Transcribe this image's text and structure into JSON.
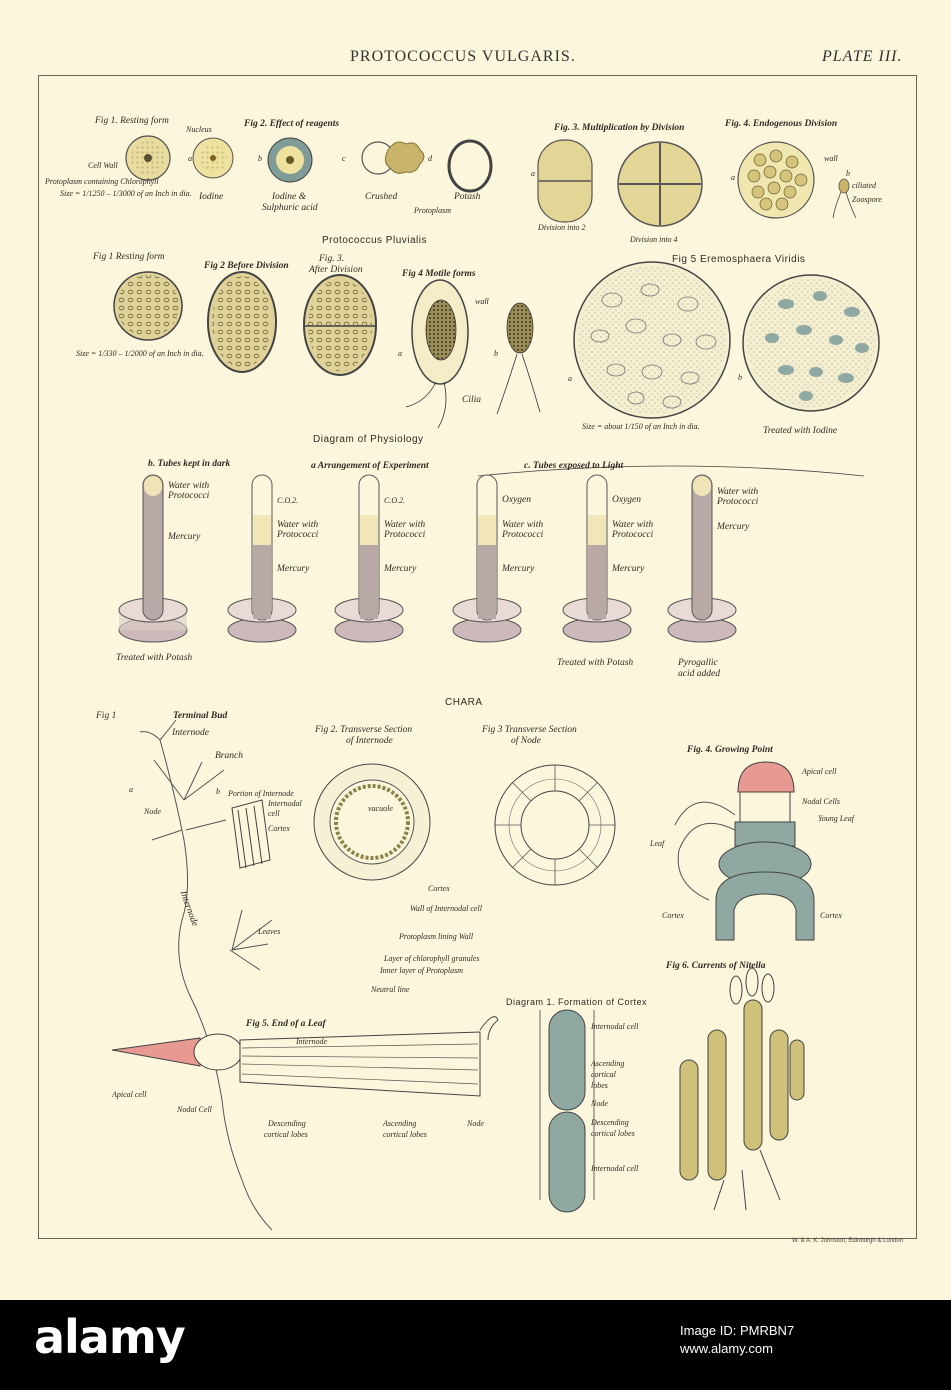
{
  "header": {
    "title": "PROTOCOCCUS VULGARIS.",
    "plate": "PLATE III."
  },
  "section_vulgaris": {
    "fig1": "Fig 1. Resting form",
    "nucleus": "Nucleus",
    "cell_wall": "Cell Wall",
    "protoplasm_chlorophyll": "Protoplasm containing Chlorophyll",
    "size1": "Size = 1/1250 – 1/3000 of an Inch in dia.",
    "fig2": "Fig 2. Effect of reagents",
    "a": "a",
    "b": "b",
    "c": "c",
    "d": "d",
    "iodine": "Iodine",
    "iodine_sulph": "Iodine &",
    "sulph_acid": "Sulphuric acid",
    "crushed": "Crushed",
    "potash": "Potash",
    "protoplasm": "Protoplasm",
    "fig3": "Fig. 3. Multiplication by Division",
    "div2": "Division into 2",
    "div4": "Division into 4",
    "fig4": "Fig. 4. Endogenous Division",
    "wall": "wall",
    "ciliated": "ciliated",
    "zoospore": "Zoospore"
  },
  "section_pluvialis": {
    "heading": "Protococcus Pluvialis",
    "fig1": "Fig 1 Resting form",
    "size": "Size = 1/330 – 1/2000 of an Inch in dia.",
    "fig2": "Fig 2 Before Division",
    "fig3a": "Fig. 3.",
    "fig3b": "After Division",
    "fig4": "Fig 4 Motile forms",
    "wall": "wall",
    "cilia": "Cilia",
    "a": "a",
    "b": "b",
    "fig5": "Fig 5 Eremosphaera Viridis",
    "size5": "Size = about 1/150 of an Inch in dia.",
    "iodine": "Treated with Iodine"
  },
  "section_physiology": {
    "heading": "Diagram of Physiology",
    "b": "b. Tubes kept in dark",
    "a": "a Arrangement of Experiment",
    "c": "c. Tubes exposed to Light",
    "tubes": [
      {
        "top": "Water with",
        "top2": "Protococci",
        "mid": "Mercury",
        "mid2": "",
        "bottom": "Treated with Potash",
        "bottom2": ""
      },
      {
        "top": "C.O.2.",
        "top2": "",
        "mid": "Water with",
        "mid2": "Protococci",
        "low": "Mercury",
        "bottom": "",
        "bottom2": ""
      },
      {
        "top": "C.O.2.",
        "top2": "",
        "mid": "Water with",
        "mid2": "Protococci",
        "low": "Mercury",
        "bottom": "",
        "bottom2": ""
      },
      {
        "top": "Oxygen",
        "top2": "",
        "mid": "Water with",
        "mid2": "Protococci",
        "low": "Mercury",
        "bottom": "",
        "bottom2": ""
      },
      {
        "top": "Oxygen",
        "top2": "",
        "mid": "Water with",
        "mid2": "Protococci",
        "low": "Mercury",
        "bottom": "Treated with Potash",
        "bottom2": ""
      },
      {
        "top": "Water with",
        "top2": "Protococci",
        "mid": "Mercury",
        "mid2": "",
        "bottom": "Pyrogallic",
        "bottom2": "acid added"
      }
    ]
  },
  "section_chara": {
    "heading": "CHARA",
    "fig1": "Fig 1",
    "terminal_bud": "Terminal Bud",
    "internode": "Internode",
    "branch": "Branch",
    "node": "Node",
    "a": "a",
    "b": "b",
    "portion": "Portion of Internode",
    "internodal_cell": "Internodal",
    "cell": "cell",
    "cortex": "Cortex",
    "internode_vert": "Internode",
    "leaves": "Leaves",
    "fig2a": "Fig 2. Transverse Section",
    "fig2b": "of Internode",
    "vacuole": "vacuole",
    "wall_internodal": "Wall of Internodal cell",
    "proto_lining": "Protoplasm lining Wall",
    "layer_chloro": "Layer of chlorophyll granules",
    "inner_layer": "Inner layer of Protoplasm",
    "neutral": "Neutral line",
    "fig3a": "Fig 3 Transverse Section",
    "fig3b": "of Node",
    "fig4": "Fig. 4. Growing Point",
    "apical_cell": "Apical cell",
    "nodal_cells": "Nodal Cells",
    "young_leaf": "Young Leaf",
    "leaf": "Leaf",
    "cortex_l": "Cortex",
    "cortex_r": "Cortex",
    "fig5": "Fig 5. End of a Leaf",
    "internode_leaf": "Internode",
    "apical_cell2": "Apical cell",
    "nodal_cell": "Nodal Cell",
    "desc1": "Descending",
    "desc2": "cortical lobes",
    "asc1": "Ascending",
    "asc2": "cortical lobes",
    "node2": "Node",
    "diag1": "Diagram 1. Formation of Cortex",
    "internodal_cell_a": "Internodal cell",
    "asc_a": "Ascending",
    "asc_b": "cortical",
    "asc_c": "lobes",
    "node3": "Node",
    "desc_a": "Descending",
    "desc_b": "cortical lobes",
    "internodal_cell_b": "Internodal cell",
    "fig6": "Fig 6. Currents of Nitella"
  },
  "footer": {
    "credit": "W. & A. K. Johnston, Edinburgh & London"
  },
  "watermark": {
    "logo": "alamy",
    "id_line": "Image ID: PMRBN7",
    "site": "www.alamy.com"
  },
  "colors": {
    "paper": "#fbf6dc",
    "cell_fill": "#e8dca0",
    "blue_green": "#8fa8a2",
    "pink": "#e89a92",
    "mercury": "#b8a8a6",
    "stalk": "#b5a46a"
  }
}
